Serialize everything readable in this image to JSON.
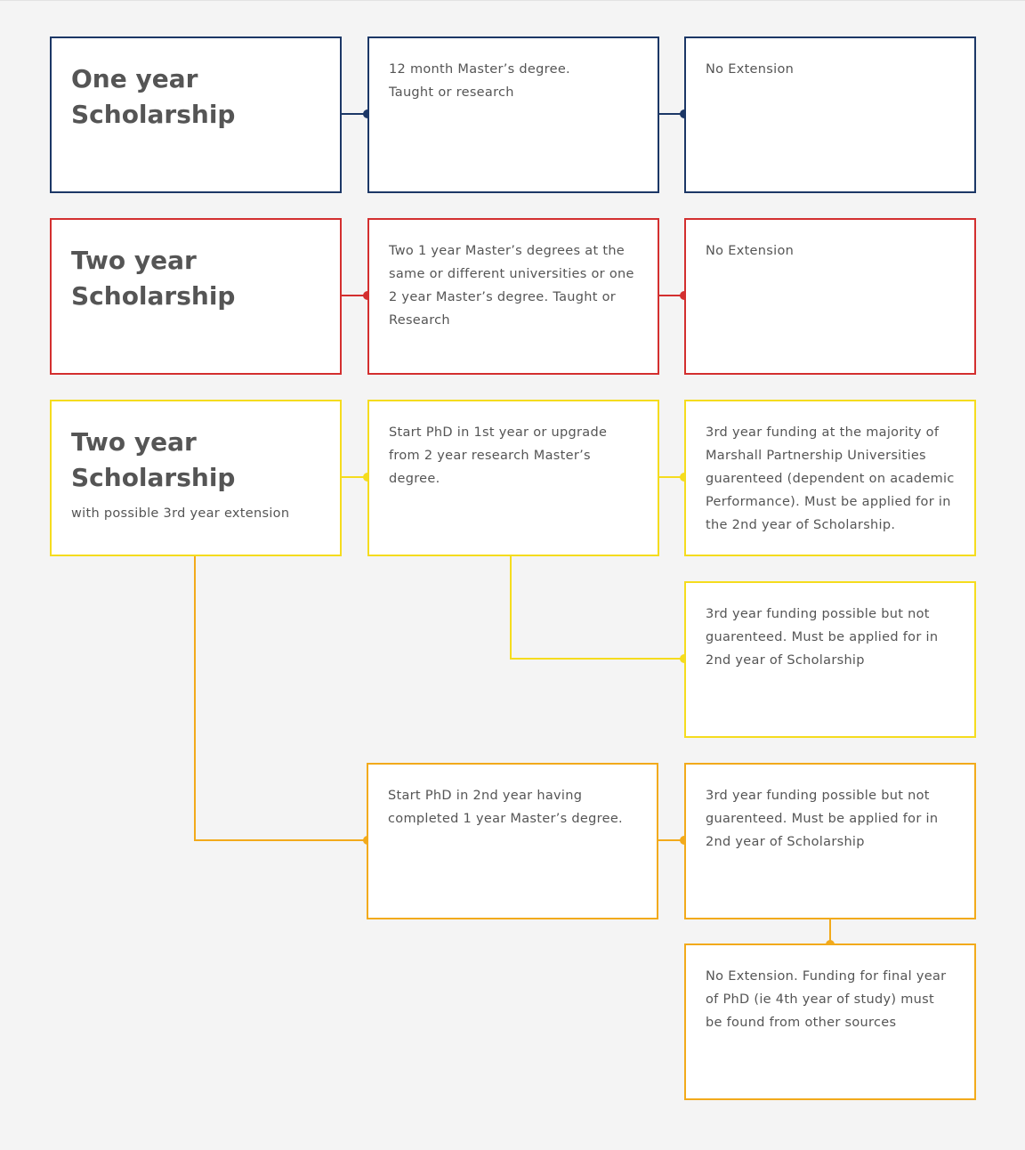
{
  "colors": {
    "navy": "#1c3766",
    "red": "#d32f2f",
    "yellow": "#f5dc1e",
    "orange": "#f2aa1b"
  },
  "row_one": {
    "title": "One year Scholarship",
    "degree": "12 month Master’s degree.\nTaught or research",
    "extension": "No Extension"
  },
  "row_two": {
    "title": "Two year Scholarship",
    "degree": "Two 1 year Master’s degrees at the same or different universities or one 2 year Master’s degree. Taught or Research",
    "extension": "No Extension"
  },
  "row_three": {
    "title": "Two year Scholarship",
    "subtitle": "with possible 3rd year extension",
    "phd_first_year": "Start PhD in 1st year or upgrade from 2 year research Master’s degree.",
    "funding_guaranteed": "3rd year funding at the majority of Marshall Partnership Universities guarenteed (dependent on academic Performance). Must be applied for in the 2nd year of Scholarship.",
    "funding_possible_a": "3rd year funding possible but not guarenteed. Must be applied for in 2nd year of Scholarship",
    "phd_second_year": "Start PhD in 2nd year having completed 1 year Master’s degree.",
    "funding_possible_b": "3rd year funding possible but not guarenteed. Must be applied for in 2nd year of Scholarship",
    "no_extension_final": "No Extension. Funding for final year of PhD (ie 4th year of study) must be found from other sources"
  }
}
